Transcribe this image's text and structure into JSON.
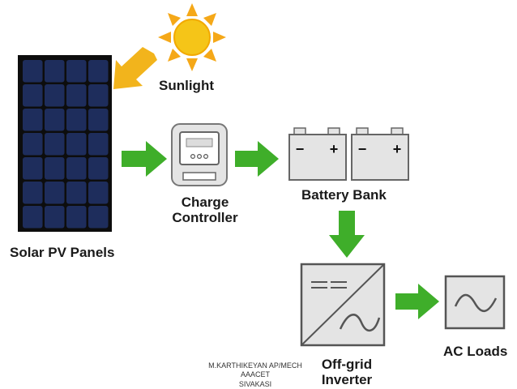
{
  "labels": {
    "sunlight": "Sunlight",
    "solar_panels": "Solar PV Panels",
    "charge_controller_line1": "Charge",
    "charge_controller_line2": "Controller",
    "battery_bank": "Battery Bank",
    "inverter_line1": "Off-grid",
    "inverter_line2": "Inverter",
    "ac_loads": "AC Loads"
  },
  "battery_terminals": {
    "negative": "−",
    "positive": "+"
  },
  "footer": {
    "line1": "M.KARTHIKEYAN AP/MECH AAACET",
    "line2": "SIVAKASI"
  },
  "colors": {
    "arrow": "#3fae2a",
    "sun_arrow": "#f2b41c",
    "sun": "#f5c518",
    "panel_cell": "#1e2d5c",
    "panel_frame": "#0d0d0d",
    "device_fill": "#e4e4e4",
    "device_stroke": "#555555"
  },
  "icons": [
    "sun-icon",
    "solar-panel-icon",
    "charge-controller-icon",
    "battery-icon",
    "inverter-icon",
    "ac-load-icon",
    "arrow-icon"
  ]
}
